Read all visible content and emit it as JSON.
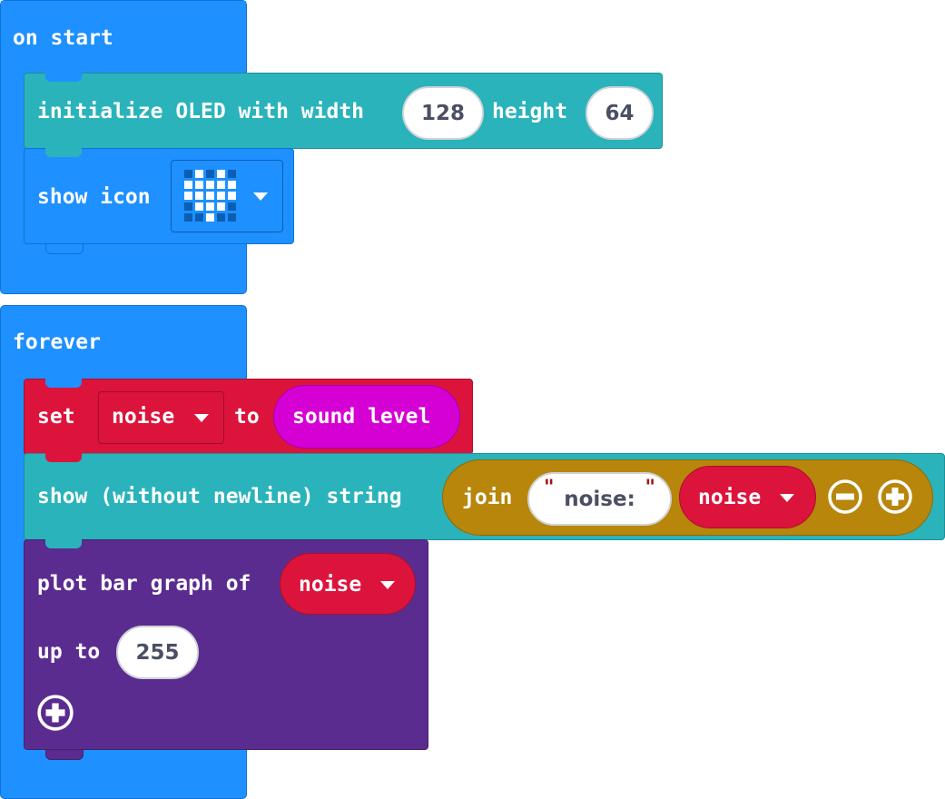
{
  "on_start": {
    "label": "on start",
    "oled": {
      "label": "initialize OLED with width",
      "width": "128",
      "height_label": "height",
      "height": "64"
    },
    "show_icon": {
      "label": "show icon",
      "icon_name": "heart-icon"
    }
  },
  "forever": {
    "label": "forever",
    "set_block": {
      "label": "set",
      "variable": "noise",
      "to_label": "to",
      "value": "sound level"
    },
    "show_string": {
      "label": "show (without newline) string",
      "join_label": "join",
      "text_value": "noise:",
      "variable": "noise"
    },
    "bar_graph": {
      "label": "plot bar graph of",
      "variable": "noise",
      "up_to_label": "up to",
      "up_to_value": "255"
    }
  },
  "colors": {
    "loops_blue": "#1e90ff",
    "display_teal": "#2ab3bb",
    "variables_red": "#dc143c",
    "sound_magenta": "#d400d4",
    "text_gold": "#b8860b",
    "led_purple": "#5b2c8f"
  }
}
